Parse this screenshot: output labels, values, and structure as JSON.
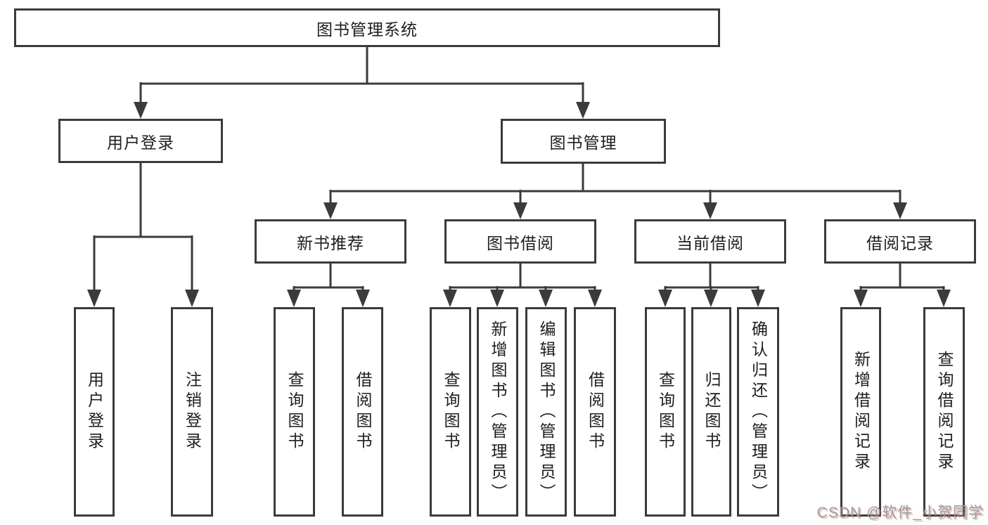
{
  "diagram": {
    "title": "图书管理系统",
    "root": {
      "label": "图书管理系统"
    },
    "branches": [
      {
        "label": "用户登录",
        "children": [
          {
            "label": "用户登录"
          },
          {
            "label": "注销登录"
          }
        ]
      },
      {
        "label": "图书管理",
        "children": [
          {
            "label": "新书推荐",
            "children": [
              {
                "label": "查询图书"
              },
              {
                "label": "借阅图书"
              }
            ]
          },
          {
            "label": "图书借阅",
            "children": [
              {
                "label": "查询图书"
              },
              {
                "label": "新增图书（管理员）"
              },
              {
                "label": "编辑图书（管理员）"
              },
              {
                "label": "借阅图书"
              }
            ]
          },
          {
            "label": "当前借阅",
            "children": [
              {
                "label": "查询图书"
              },
              {
                "label": "归还图书"
              },
              {
                "label": "确认归还（管理员）"
              }
            ]
          },
          {
            "label": "借阅记录",
            "children": [
              {
                "label": "新增借阅记录"
              },
              {
                "label": "查询借阅记录"
              }
            ]
          }
        ]
      }
    ]
  },
  "watermark": {
    "text": "CSDN @软件_小贺同学"
  },
  "colors": {
    "background": "#ffffff",
    "line": "#3b3b3b",
    "text": "#1e1e1e",
    "watermark": "#9b9b9b",
    "watermark_shadow": "#be5a50"
  }
}
